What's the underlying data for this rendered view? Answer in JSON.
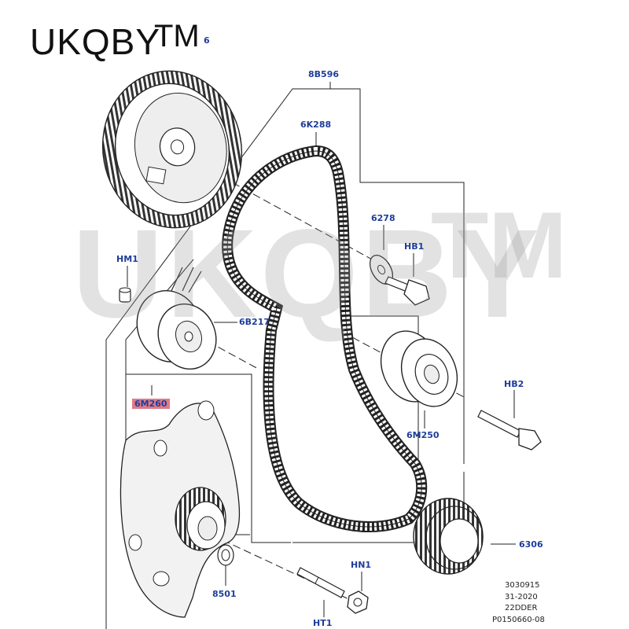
{
  "brand": {
    "name": "UKQBY",
    "tm": "TM"
  },
  "watermark": {
    "text": "UKQBY",
    "tm": "TM"
  },
  "colors": {
    "label": "#1f3d9a",
    "highlight": "#e07a88",
    "line": "#222222",
    "watermark": "#969696"
  },
  "labels": {
    "l_6": "6",
    "l_8b596": "8B596",
    "l_6k288": "6K288",
    "l_6278": "6278",
    "l_hb1": "HB1",
    "l_hm1": "HM1",
    "l_6b217": "6B217",
    "l_hb2": "HB2",
    "l_6m260": "6M260",
    "l_6m250": "6M250",
    "l_6306": "6306",
    "l_8501": "8501",
    "l_hn1": "HN1",
    "l_ht1": "HT1"
  },
  "doc_refs": [
    "3030915",
    "31-2020",
    "22DDER",
    "P0150660-08"
  ]
}
